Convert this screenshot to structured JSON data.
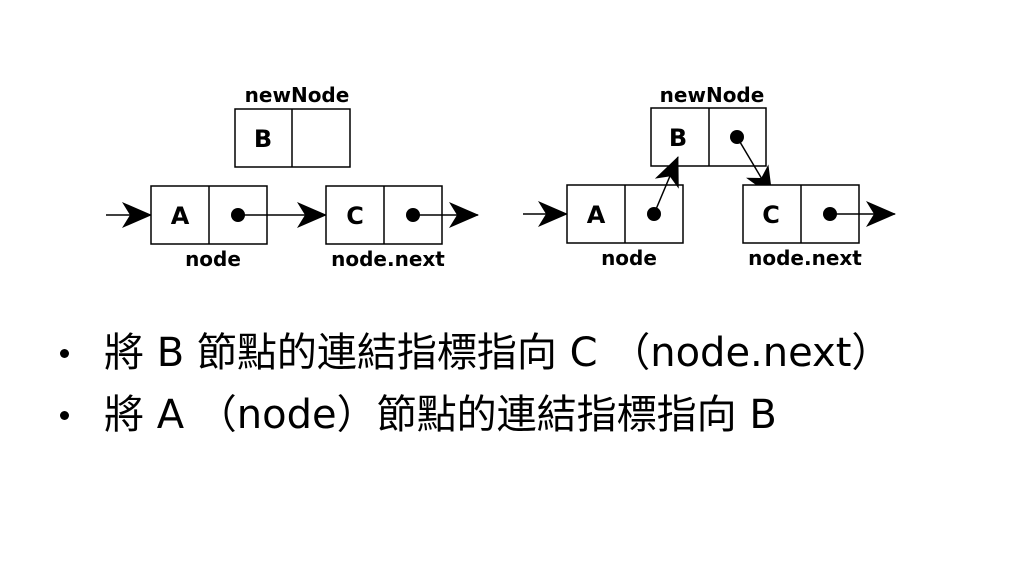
{
  "diagram_left": {
    "new_node_caption": "newNode",
    "new_node_value": "B",
    "node_a_value": "A",
    "node_a_caption": "node",
    "node_c_value": "C",
    "node_c_caption": "node.next"
  },
  "diagram_right": {
    "new_node_caption": "newNode",
    "new_node_value": "B",
    "node_a_value": "A",
    "node_a_caption": "node",
    "node_c_value": "C",
    "node_c_caption": "node.next"
  },
  "bullets": [
    "將 B 節點的連結指標指向 C （node.next）",
    "將 A （node）節點的連結指標指向 B"
  ]
}
